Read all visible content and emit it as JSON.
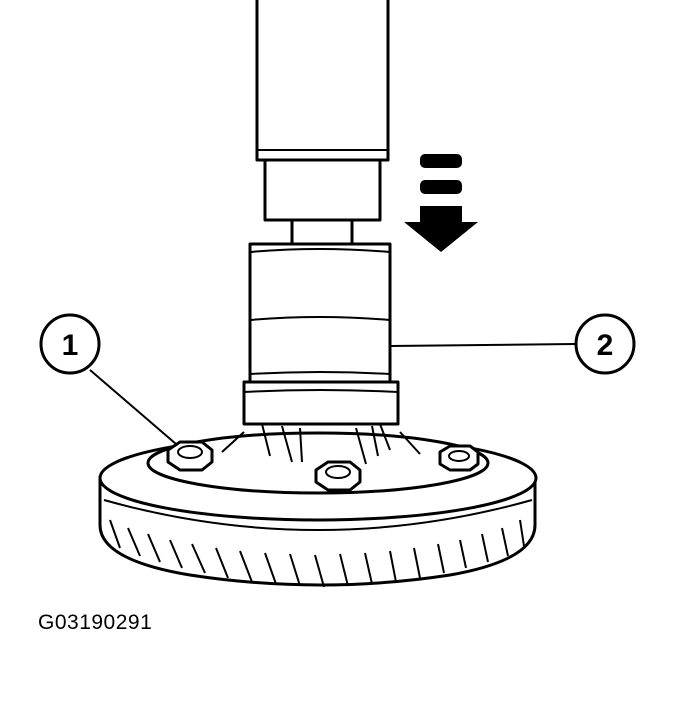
{
  "figure": {
    "id": "G03190291",
    "callouts": [
      {
        "number": "1",
        "part": "bolt"
      },
      {
        "number": "2",
        "part": "press-tool"
      }
    ],
    "arrow": {
      "direction": "down"
    },
    "colors": {
      "ink": "#000000",
      "paper": "#ffffff"
    }
  }
}
